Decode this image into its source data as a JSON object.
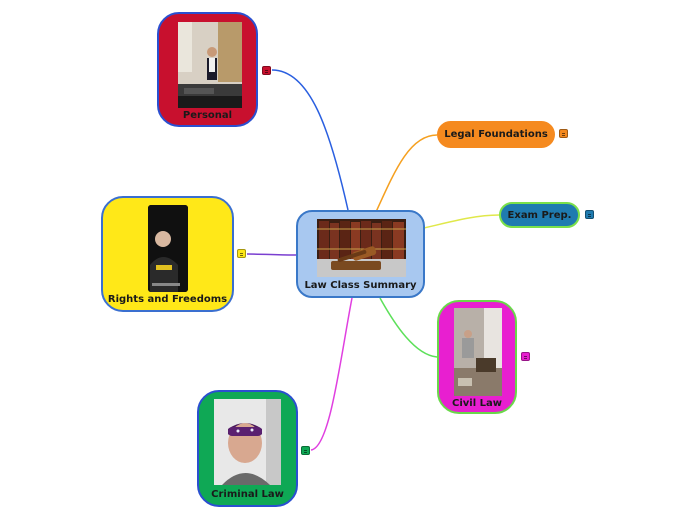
{
  "mindmap": {
    "center": {
      "label": "Law Class Summary",
      "image": "gavel-books-photo",
      "color": "#a8c8f0"
    },
    "topics": [
      {
        "id": "personal",
        "label": "Personal",
        "color": "#c8102e",
        "image": "classroom-photo"
      },
      {
        "id": "legal",
        "label": "Legal Foundations",
        "color": "#f58a1f"
      },
      {
        "id": "exam",
        "label": "Exam Prep.",
        "color": "#1f7bb0"
      },
      {
        "id": "rights",
        "label": "Rights and Freedoms",
        "color": "#ffe818",
        "image": "selfie-video-photo"
      },
      {
        "id": "civil",
        "label": "Civil Law",
        "color": "#e81fd0",
        "image": "room-photo"
      },
      {
        "id": "criminal",
        "label": "Criminal Law",
        "color": "#0fa855",
        "image": "bandana-selfie-photo"
      }
    ]
  }
}
